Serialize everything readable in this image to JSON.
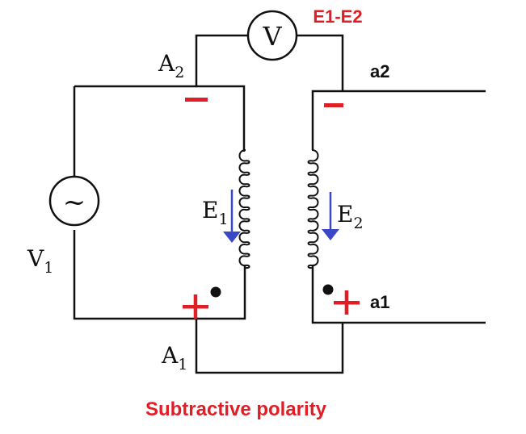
{
  "diagram": {
    "title": "Subtractive polarity",
    "meter_label": "E1-E2",
    "voltmeter_symbol": "V",
    "source_symbol": "~",
    "source_label": {
      "main": "V",
      "sub": "1"
    },
    "primary": {
      "top_terminal": {
        "main": "A",
        "sub": "2"
      },
      "bottom_terminal": {
        "main": "A",
        "sub": "1"
      },
      "emf": {
        "main": "E",
        "sub": "1"
      },
      "top_polarity": "−",
      "bottom_polarity": "+"
    },
    "secondary": {
      "top_terminal": "a2",
      "bottom_terminal": "a1",
      "emf": {
        "main": "E",
        "sub": "2"
      },
      "top_polarity": "−",
      "bottom_polarity": "+"
    },
    "colors": {
      "annotation_red": "#e01e26",
      "arrow_blue": "#3a48c8",
      "wire": "#111111"
    }
  }
}
